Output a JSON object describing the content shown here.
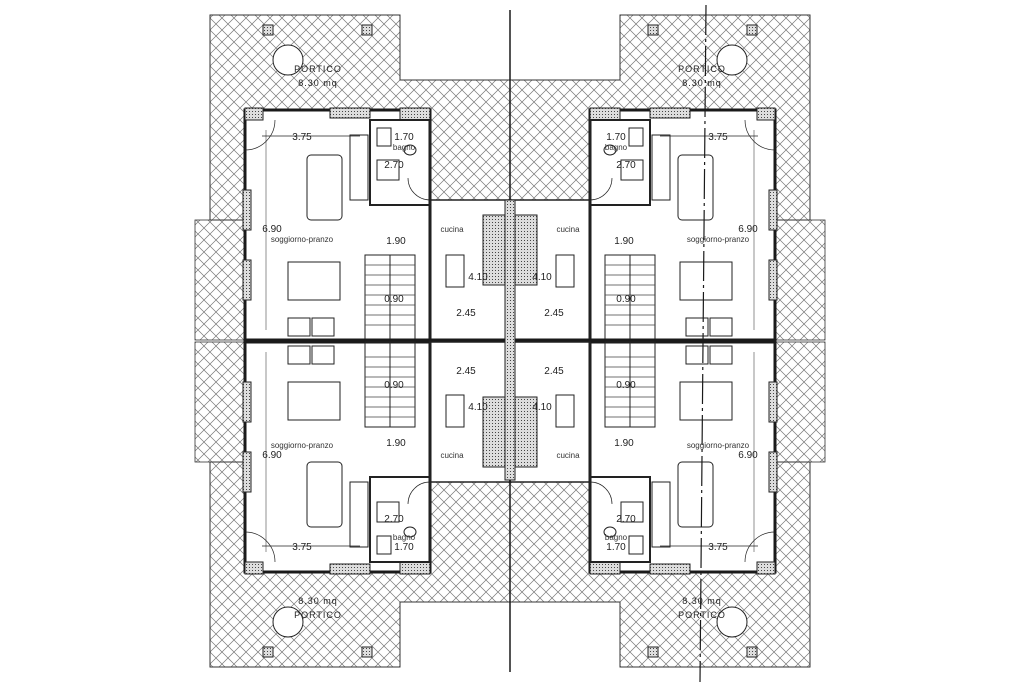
{
  "plan": {
    "colors": {
      "wall": "#1a1a1a",
      "hatch": "#555555",
      "column": "#3a3a3a",
      "background": "#ffffff"
    },
    "quadrants": [
      {
        "id": "top-left",
        "portico": "PORTICO",
        "portico_area": "8.30 mq",
        "living": "soggiorno-pranzo",
        "bath": "bagno",
        "kitchen": "cucina",
        "dims": {
          "width": "3.75",
          "bath_w": "1.70",
          "bath_h": "2.70",
          "depth": "6.90",
          "stair": "1.90",
          "landing": "0.90",
          "kitchen_h": "4.10",
          "kitchen_w": "2.45"
        }
      },
      {
        "id": "top-right",
        "portico": "PORTICO",
        "portico_area": "8.30 mq",
        "living": "soggiorno-pranzo",
        "bath": "bagno",
        "kitchen": "cucina",
        "dims": {
          "width": "3.75",
          "bath_w": "1.70",
          "bath_h": "2.70",
          "depth": "6.90",
          "stair": "1.90",
          "landing": "0.90",
          "kitchen_h": "4.10",
          "kitchen_w": "2.45"
        }
      },
      {
        "id": "bottom-left",
        "portico": "PORTICO",
        "portico_area": "8.30 mq",
        "living": "soggiorno-pranzo",
        "bath": "bagno",
        "kitchen": "cucina",
        "dims": {
          "width": "3.75",
          "bath_w": "1.70",
          "bath_h": "2.70",
          "depth": "6.90",
          "stair": "1.90",
          "landing": "0.90",
          "kitchen_h": "4.10",
          "kitchen_w": "2.45"
        }
      },
      {
        "id": "bottom-right",
        "portico": "PORTICO",
        "portico_area": "8.30 mq",
        "living": "soggiorno-pranzo",
        "bath": "bagno",
        "kitchen": "cucina",
        "dims": {
          "width": "3.75",
          "bath_w": "1.70",
          "bath_h": "2.70",
          "depth": "6.90",
          "stair": "1.90",
          "landing": "0.90",
          "kitchen_h": "4.10",
          "kitchen_w": "2.45"
        }
      }
    ]
  }
}
